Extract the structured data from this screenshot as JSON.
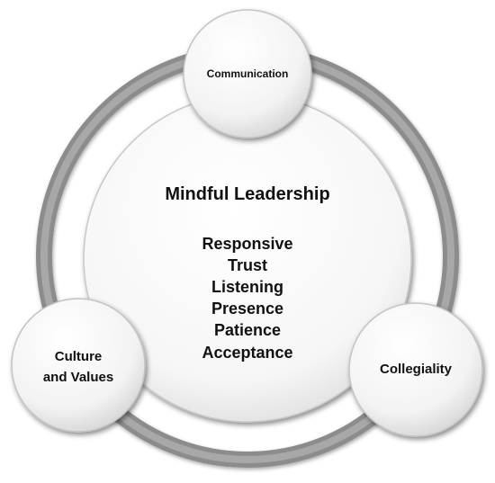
{
  "diagram": {
    "center": {
      "title": "Mindful Leadership",
      "qualities": [
        "Responsive",
        "Trust",
        "Listening",
        "Presence",
        "Patience",
        "Acceptance"
      ]
    },
    "nodes": [
      {
        "label_lines": [
          "Communication"
        ]
      },
      {
        "label_lines": [
          "Culture",
          "and Values"
        ]
      },
      {
        "label_lines": [
          "Collegiality"
        ]
      }
    ],
    "colors": {
      "ring": "#8c8c8c",
      "ring_inner": "#b5b5b5",
      "circle_fill": "#ffffff",
      "circle_shade": "#d9d9d9",
      "text": "#111111"
    }
  }
}
